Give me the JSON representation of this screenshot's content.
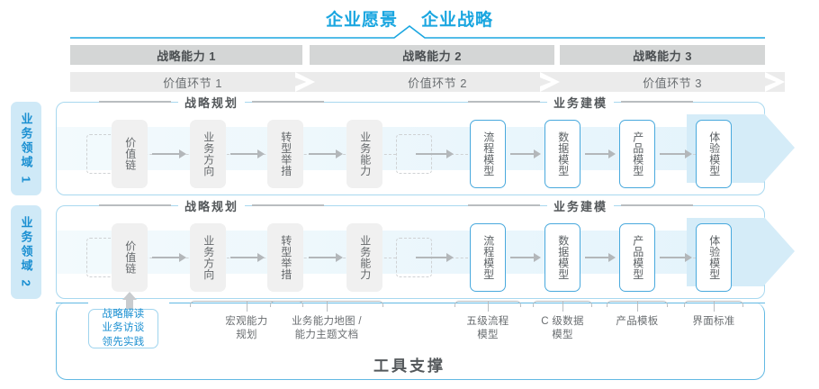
{
  "title": {
    "vision": "企业愿景",
    "strategy": "企业战略"
  },
  "header": {
    "capabilities": [
      "战略能力 1",
      "战略能力 2",
      "战略能力 3"
    ],
    "value_links": [
      "价值环节 1",
      "价值环节 2",
      "价值环节 3"
    ]
  },
  "domains": [
    {
      "label": "业务领域 1"
    },
    {
      "label": "业务领域 2"
    }
  ],
  "sections": {
    "planning": "战略规划",
    "modeling": "业务建模"
  },
  "nodes": {
    "planning": [
      "价值链",
      "业务方向",
      "转型举措",
      "业务能力"
    ],
    "modeling": [
      "流程模型",
      "数据模型",
      "产品模型",
      "体验模型"
    ]
  },
  "tools": {
    "highlight_box": "战略解读\n业务访谈\n领先实践",
    "highlight_lines": [
      "战略解读",
      "业务访谈",
      "领先实践"
    ],
    "labels": [
      "宏观能力\n规划",
      "业务能力地图 /\n能力主题文档",
      "五级流程\n模型",
      "C 级数据\n模型",
      "产品模板",
      "界面标准"
    ],
    "label_lines": [
      [
        "宏观能力",
        "规划"
      ],
      [
        "业务能力地图 /",
        "能力主题文档"
      ],
      [
        "五级流程",
        "模型"
      ],
      [
        "C 级数据",
        "模型"
      ],
      [
        "产品模板",
        ""
      ],
      [
        "界面标准",
        ""
      ]
    ],
    "title": "工具支撑"
  },
  "colors": {
    "accent": "#1aa6e0",
    "band_dark": "#d4d6d6",
    "band_light": "#ebebeb",
    "domain_bg": "#cfe9f7",
    "node_gray": "#f0f0f0",
    "node_blue_border": "#49a9dd",
    "arrow_big": "#d5ecf8"
  }
}
